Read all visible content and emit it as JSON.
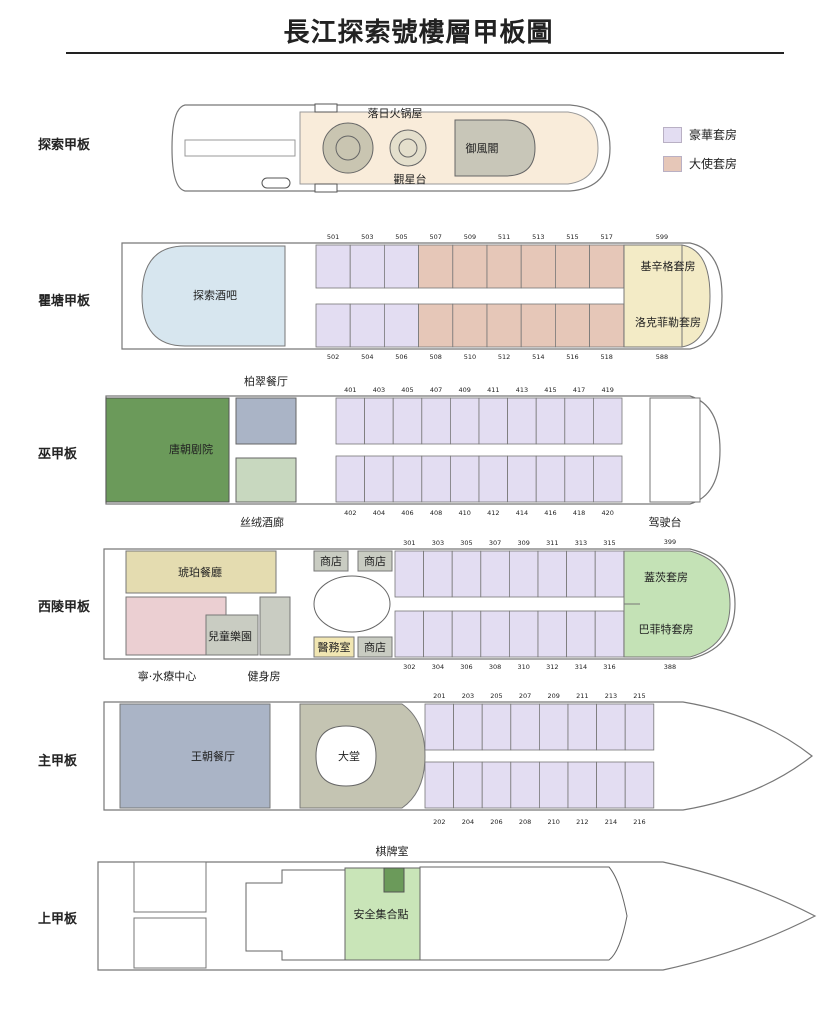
{
  "title": "長江探索號樓層甲板圖",
  "legend": [
    {
      "label": "豪華套房",
      "color": "#e3ddf2"
    },
    {
      "label": "大使套房",
      "color": "#e6c7b8"
    }
  ],
  "decks": {
    "d6": {
      "name": "探索甲板",
      "labels": {
        "hotpot": "落日火锅屋",
        "stargaze": "觀星台",
        "pavilion": "御風閣"
      }
    },
    "d5": {
      "name": "瞿塘甲板",
      "labels": {
        "bar": "探索酒吧",
        "kissinger": "基辛格套房",
        "roosevelt": "洛克菲勒套房"
      },
      "top": [
        "501",
        "503",
        "505",
        "507",
        "509",
        "511",
        "513",
        "515",
        "517"
      ],
      "bottom": [
        "502",
        "504",
        "506",
        "508",
        "510",
        "512",
        "514",
        "516",
        "518"
      ],
      "ste_top": "599",
      "ste_bottom": "588"
    },
    "d4": {
      "name": "巫甲板",
      "labels": {
        "theatre": "唐朝剧院",
        "bocui": "柏翠餐厅",
        "silk": "丝绒酒廊",
        "bridge": "驾驶台"
      },
      "top": [
        "401",
        "403",
        "405",
        "407",
        "409",
        "411",
        "413",
        "415",
        "417",
        "419"
      ],
      "bottom": [
        "402",
        "404",
        "406",
        "408",
        "410",
        "412",
        "414",
        "416",
        "418",
        "420"
      ]
    },
    "d3": {
      "name": "西陵甲板",
      "labels": {
        "amber": "琥珀餐廳",
        "kids": "兒童樂園",
        "spa": "寧·水療中心",
        "gym": "健身房",
        "shop1": "商店",
        "shop2": "商店",
        "shop3": "商店",
        "clinic": "醫務室",
        "gaiq": "蓋茨套房",
        "buffett": "巴菲特套房"
      },
      "top": [
        "301",
        "303",
        "305",
        "307",
        "309",
        "311",
        "313",
        "315"
      ],
      "bottom": [
        "302",
        "304",
        "306",
        "308",
        "310",
        "312",
        "314",
        "316"
      ],
      "ste_top": "399",
      "ste_bottom": "388"
    },
    "d2": {
      "name": "主甲板",
      "labels": {
        "dynasty": "王朝餐厅",
        "lobby": "大堂"
      },
      "top": [
        "201",
        "203",
        "205",
        "207",
        "209",
        "211",
        "213",
        "215"
      ],
      "bottom": [
        "202",
        "204",
        "206",
        "208",
        "210",
        "212",
        "214",
        "216"
      ]
    },
    "d1": {
      "name": "上甲板",
      "labels": {
        "chess": "棋牌室",
        "muster": "安全集合點"
      }
    }
  }
}
